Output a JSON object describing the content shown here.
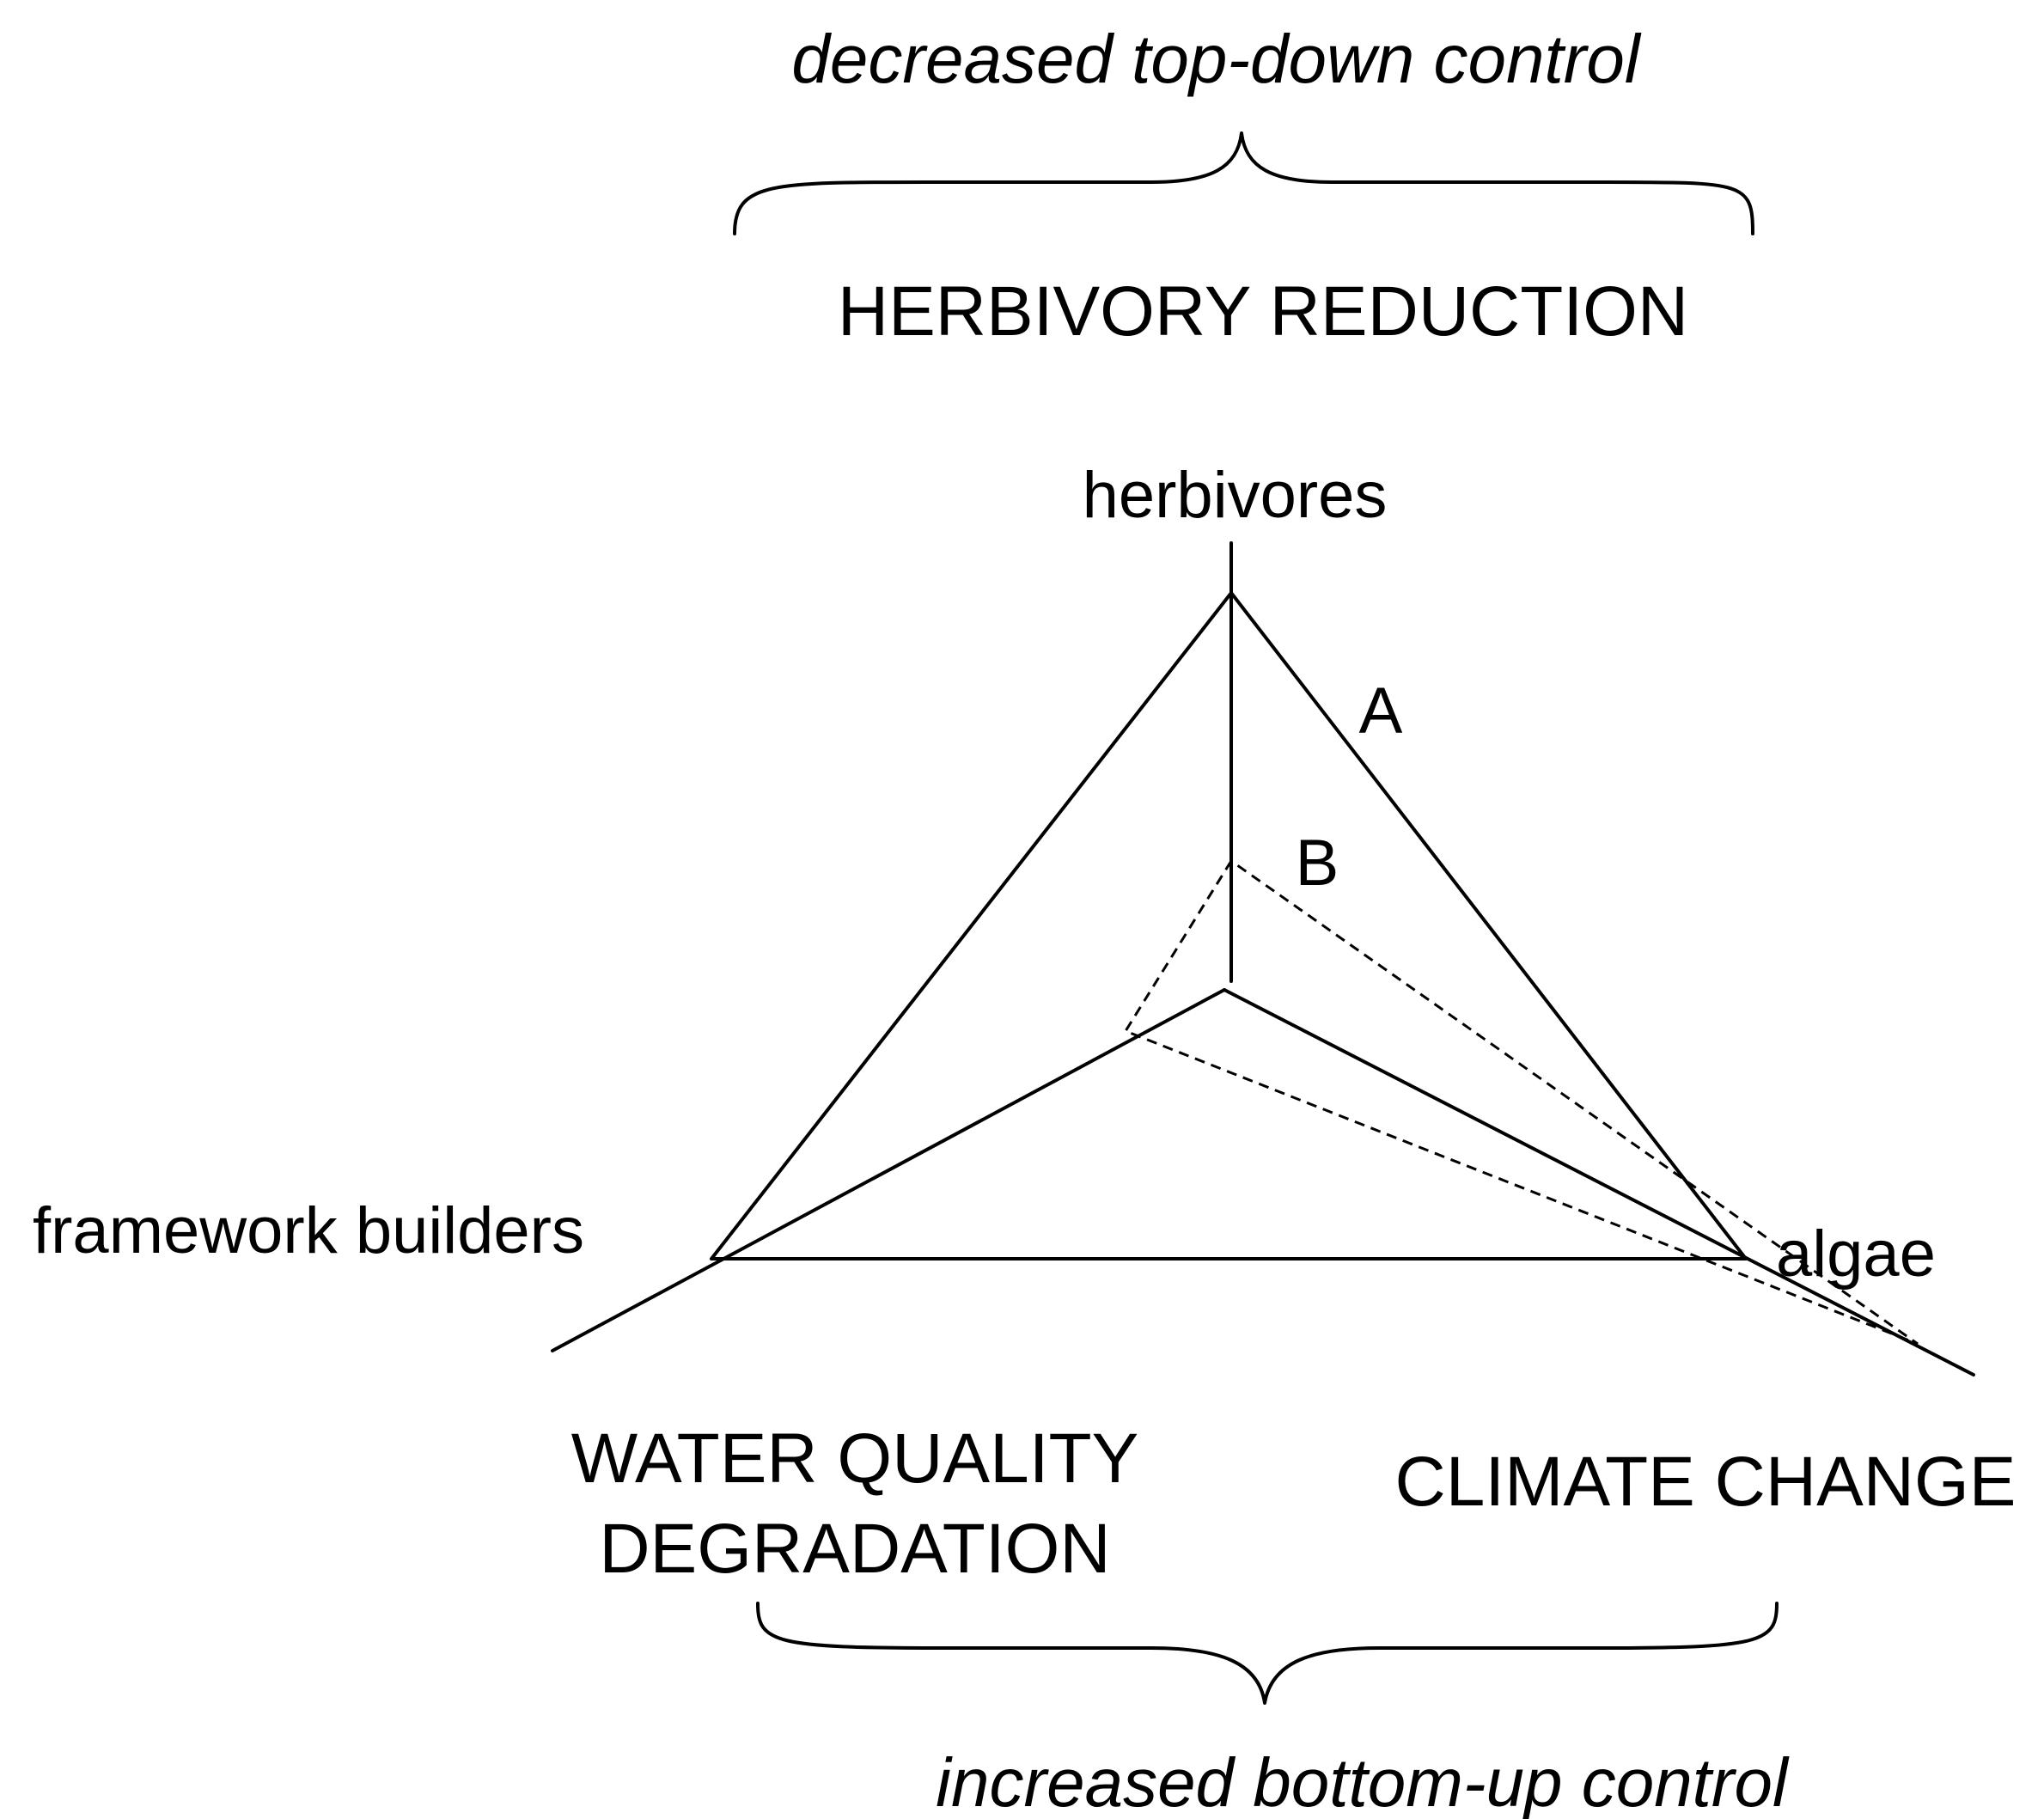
{
  "top": {
    "control_label": "decreased top-down control",
    "driver_label": "HERBIVORY REDUCTION"
  },
  "nodes": {
    "herbivores": "herbivores",
    "framework_builders": "framework builders",
    "algae": "algae"
  },
  "states": {
    "a_label": "A",
    "b_label": "B"
  },
  "bottom": {
    "water_quality_line1": "WATER QUALITY",
    "water_quality_line2": "DEGRADATION",
    "climate_change": "CLIMATE CHANGE",
    "control_label": "increased bottom-up control"
  },
  "colors": {
    "stroke": "#000000",
    "background": "#ffffff"
  }
}
